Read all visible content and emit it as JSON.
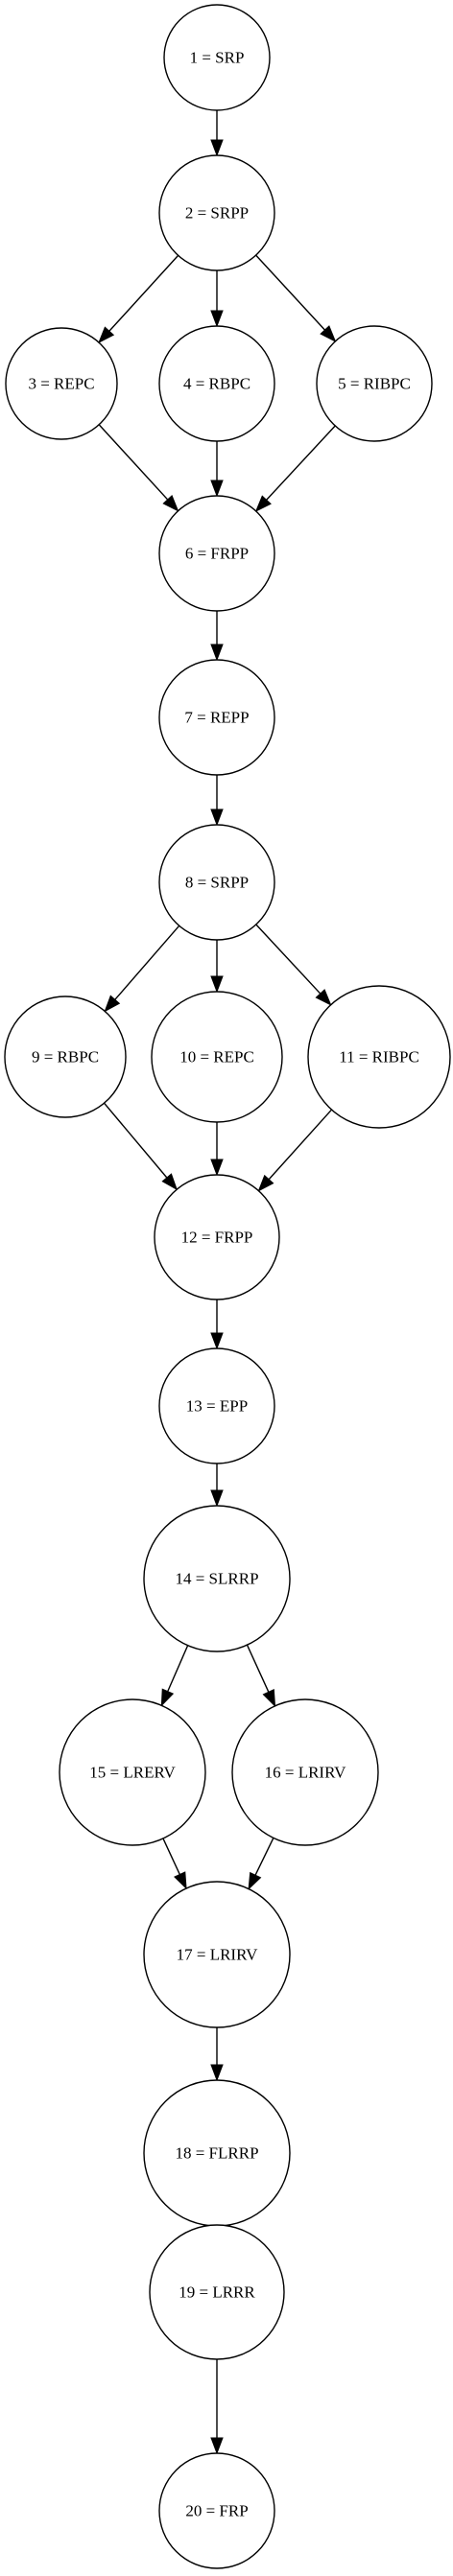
{
  "nodes": [
    {
      "id": "1",
      "label": "1 = SRP"
    },
    {
      "id": "2",
      "label": "2 = SRPP"
    },
    {
      "id": "3",
      "label": "3 = REPC"
    },
    {
      "id": "4",
      "label": "4 = RBPC"
    },
    {
      "id": "5",
      "label": "5 = RIBPC"
    },
    {
      "id": "6",
      "label": "6 = FRPP"
    },
    {
      "id": "7",
      "label": "7 = REPP"
    },
    {
      "id": "8",
      "label": "8 = SRPP"
    },
    {
      "id": "9",
      "label": "9 = RBPC"
    },
    {
      "id": "10",
      "label": "10 = REPC"
    },
    {
      "id": "11",
      "label": "11 = RIBPC"
    },
    {
      "id": "12",
      "label": "12 = FRPP"
    },
    {
      "id": "13",
      "label": "13 = EPP"
    },
    {
      "id": "14",
      "label": "14 = SLRRP"
    },
    {
      "id": "15",
      "label": "15 = LRERV"
    },
    {
      "id": "16",
      "label": "16 = LRIRV"
    },
    {
      "id": "17",
      "label": "17 = LRIRV"
    },
    {
      "id": "18",
      "label": "18 = FLRRP"
    },
    {
      "id": "19",
      "label": "19 = LRRR"
    },
    {
      "id": "20",
      "label": "20 = FRP"
    }
  ],
  "edges": [
    {
      "from": "1",
      "to": "2"
    },
    {
      "from": "2",
      "to": "3"
    },
    {
      "from": "2",
      "to": "4"
    },
    {
      "from": "2",
      "to": "5"
    },
    {
      "from": "3",
      "to": "6"
    },
    {
      "from": "4",
      "to": "6"
    },
    {
      "from": "5",
      "to": "6"
    },
    {
      "from": "6",
      "to": "7"
    },
    {
      "from": "7",
      "to": "8"
    },
    {
      "from": "8",
      "to": "9"
    },
    {
      "from": "8",
      "to": "10"
    },
    {
      "from": "8",
      "to": "11"
    },
    {
      "from": "9",
      "to": "12"
    },
    {
      "from": "10",
      "to": "12"
    },
    {
      "from": "11",
      "to": "12"
    },
    {
      "from": "12",
      "to": "13"
    },
    {
      "from": "13",
      "to": "14"
    },
    {
      "from": "14",
      "to": "15"
    },
    {
      "from": "14",
      "to": "16"
    },
    {
      "from": "15",
      "to": "17"
    },
    {
      "from": "16",
      "to": "17"
    },
    {
      "from": "17",
      "to": "18"
    },
    {
      "from": "18",
      "to": "19"
    },
    {
      "from": "19",
      "to": "20"
    }
  ],
  "colors": {
    "stroke": "#000000",
    "fill": "#ffffff",
    "text": "#000000"
  }
}
